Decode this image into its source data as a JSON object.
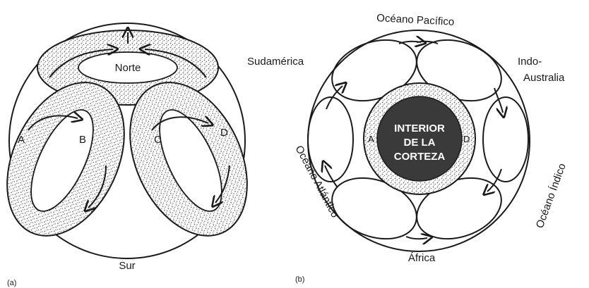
{
  "panel_a": {
    "tag": "(a)",
    "north_label": "Norte",
    "south_label": "Sur",
    "markers": [
      "A",
      "B",
      "C",
      "D"
    ]
  },
  "panel_b": {
    "tag": "(b)",
    "core_lines": [
      "INTERIOR",
      "DE LA",
      "CORTEZA"
    ],
    "markers": [
      "A",
      "D"
    ],
    "regions": {
      "pacific": "Océano Pacífico",
      "south_america": "Sudamérica",
      "indo_line1": "Indo-",
      "indo_line2": "Australia",
      "indian": "Océano Índico",
      "atlantic": "Océano Atlántico",
      "africa": "África"
    }
  },
  "colors": {
    "ink": "#1a1a1a",
    "core_fill": "#3a3a3a",
    "stipple": "#6a6a6a"
  }
}
